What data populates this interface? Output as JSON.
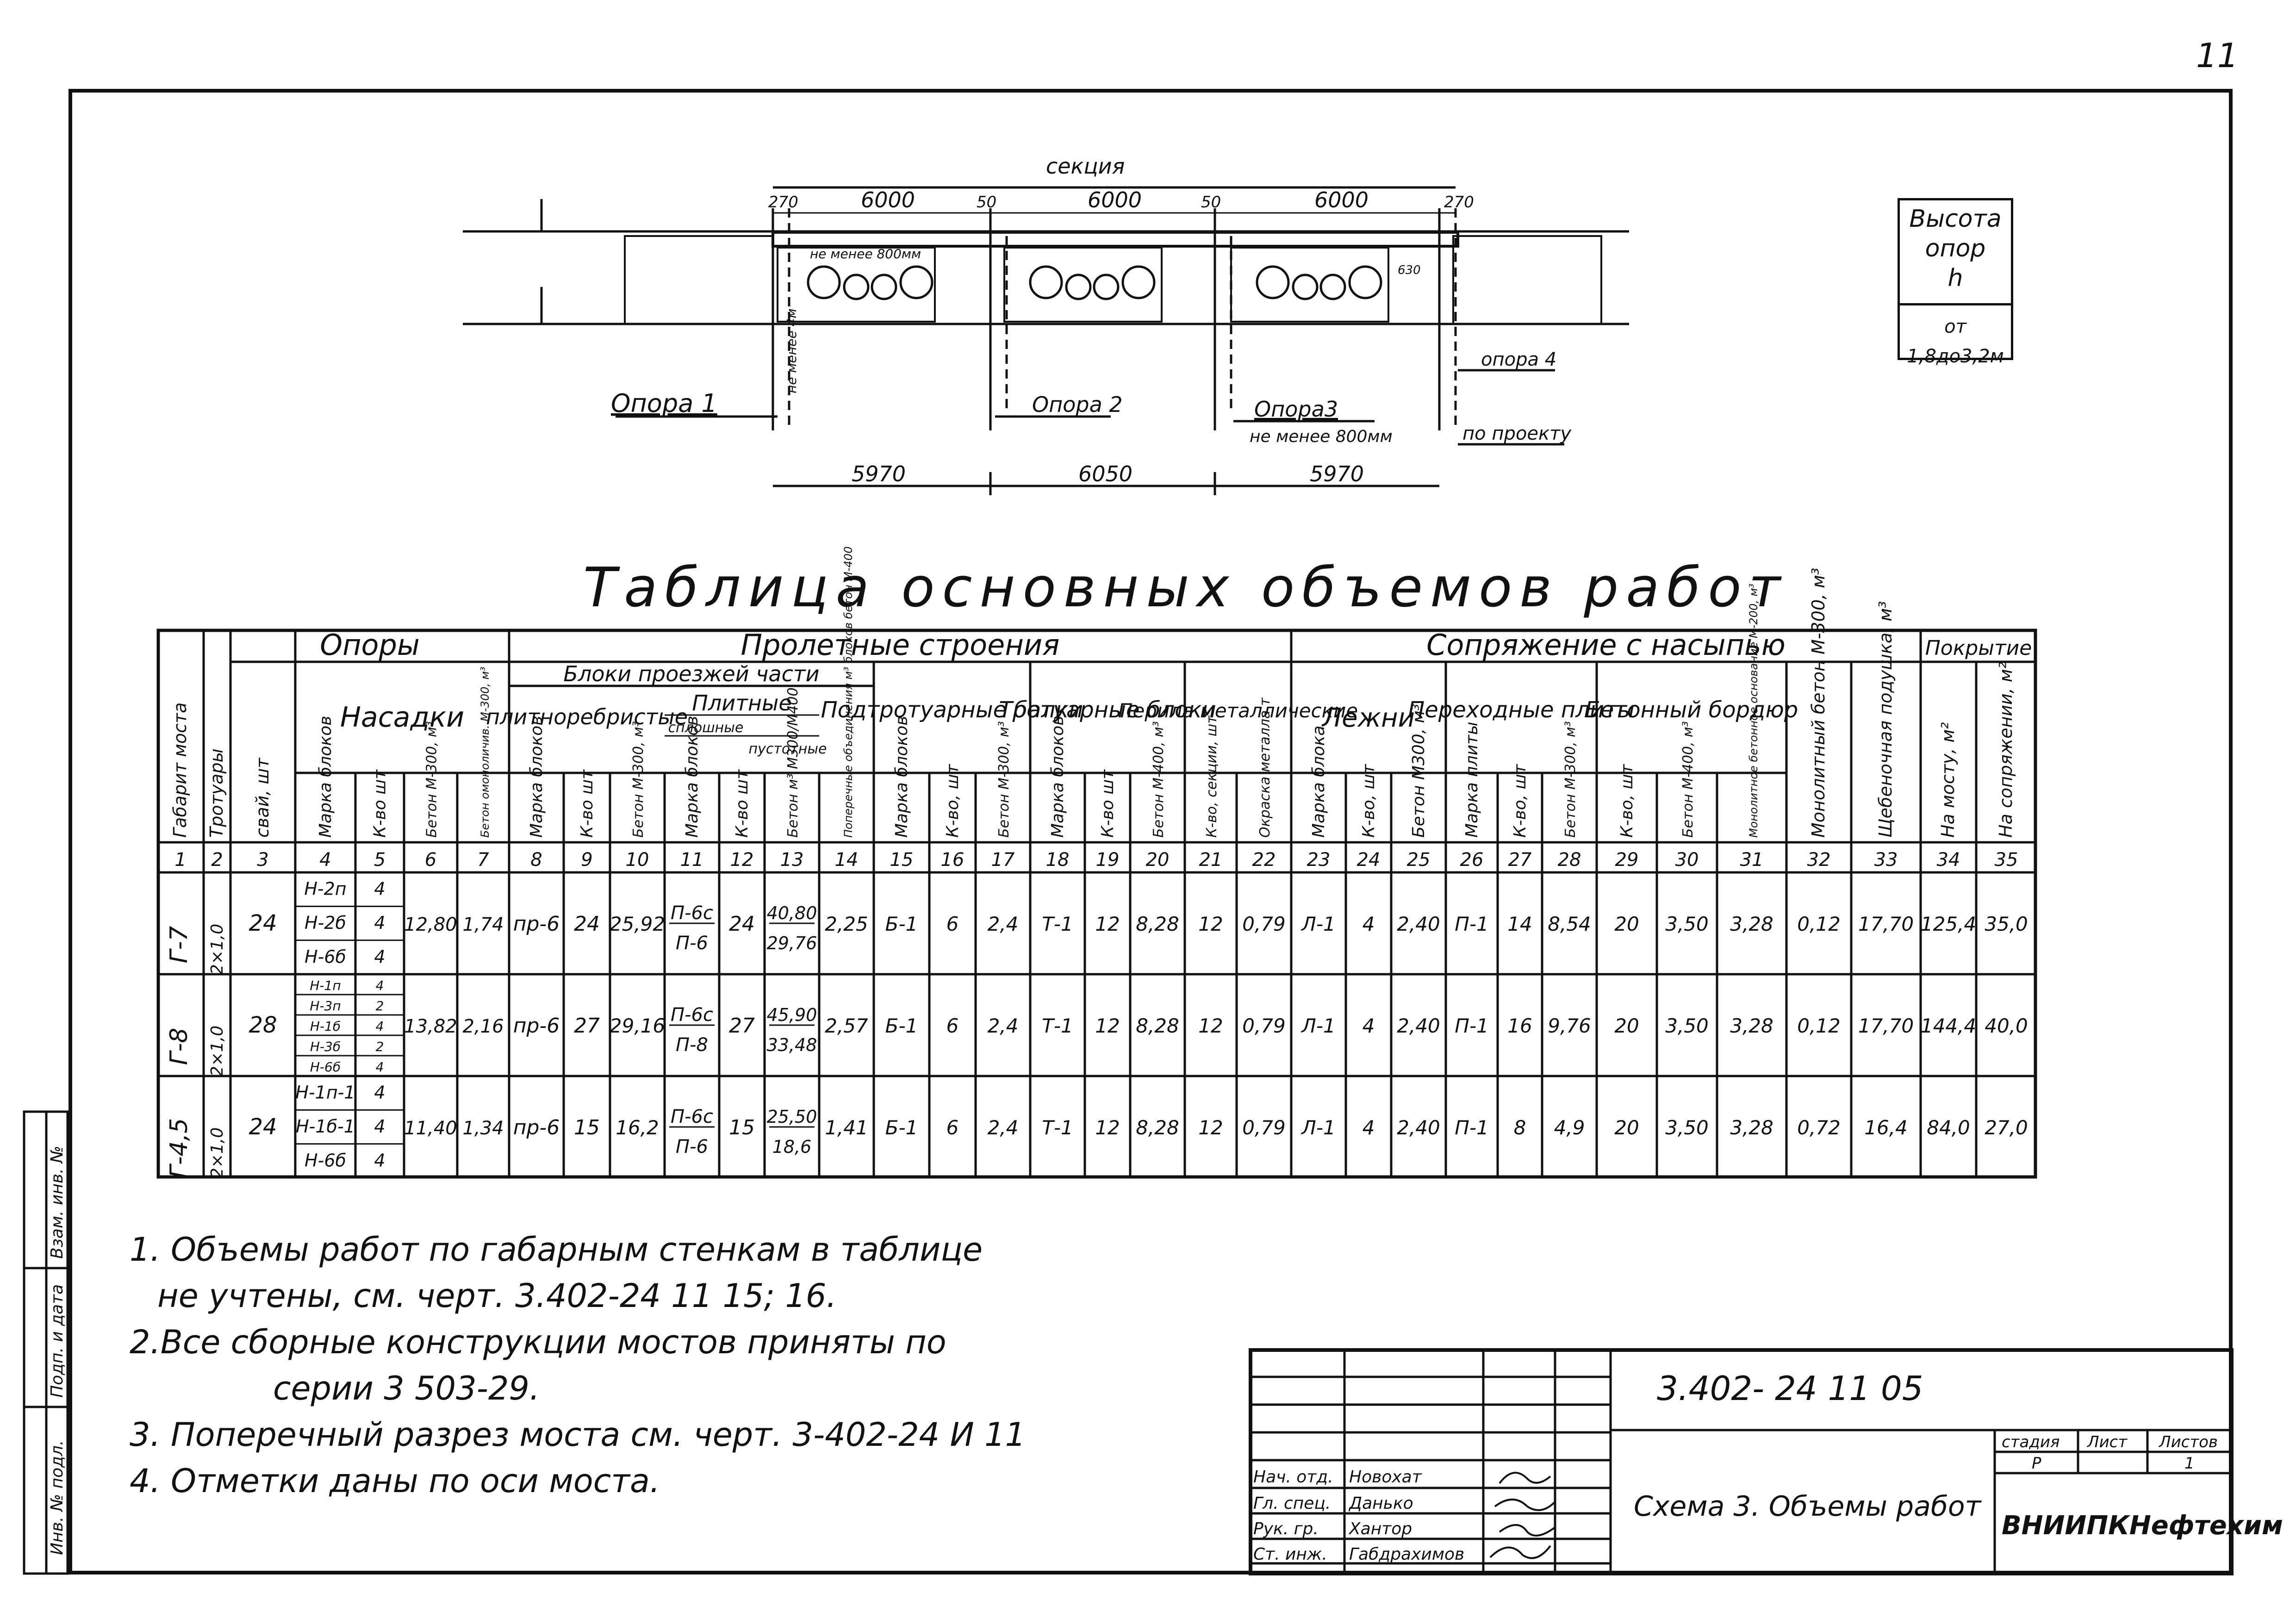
{
  "sheet_number": "11",
  "section": {
    "section_label": "секция",
    "top_dims": [
      "270",
      "6000",
      "50",
      "6000",
      "50",
      "6000",
      "270"
    ],
    "bottom_dims": [
      "5970",
      "6050",
      "5970"
    ],
    "min_800": "не менее 800мм",
    "min_4m": "не менее 4м",
    "support1": "Опора 1",
    "support2": "Опора 2",
    "support3": "Опора3",
    "support3_note": "не менее 800мм",
    "support4": "опора 4",
    "support4_note": "по проекту",
    "d630": "630"
  },
  "height_box": {
    "line1": "Высота",
    "line2": "опор",
    "line3": "h",
    "line4": "от 1,8до3,2м"
  },
  "table_title": "Таблица основных объемов работ",
  "table": {
    "groups": {
      "supports": "Опоры",
      "spans": "Пролетные строения",
      "junction": "Сопряжение с насыпью",
      "coating": "Покрытие"
    },
    "subgroups": {
      "caps": "Насадки",
      "deck_blocks": "Блоки проезжей части",
      "ribbed": "плитноребристые",
      "slab": "Плитные",
      "solid": "сплошные",
      "hollow": "пустотные",
      "sub_beams": "Подтротуарные балки",
      "walk_blocks": "Тротуарные блоки",
      "rails": "Перила металлические",
      "beds": "Лежни",
      "transition": "Переходные плиты",
      "curb": "Бетонный бордюр"
    },
    "column_headers": [
      "Габарит моста",
      "Тротуары",
      "свай, шт",
      "Марка блоков",
      "К-во шт",
      "Бетон М-300, м³",
      "Бетон омоноличив. М-300, м³",
      "Марка блоков",
      "К-во шт",
      "Бетон М-300, м³",
      "Марка блоков",
      "К-во шт",
      "Бетон м³ М300/М400",
      "Поперечные объединения м³ блоков бетон М-400",
      "Марка блоков",
      "К-во, шт",
      "Бетон М-300, м³",
      "Марка блоков",
      "К-во шт",
      "Бетон М-400, м³",
      "К-во, секции, шт",
      "Окраска металла т",
      "Марка блока",
      "К-во, шт",
      "Бетон М300, м³",
      "Марка плиты",
      "К-во, шт",
      "Бетон М-300, м³",
      "К-во, шт",
      "Бетон М-400, м³",
      "Монолитное бетонное основание М-200, м³",
      "Монолитный бетон М-300, м³",
      "Щебеночная подушка, м³",
      "На мосту, м²",
      "На сопряжении, м²"
    ],
    "column_numbers": [
      "1",
      "2",
      "3",
      "4",
      "5",
      "6",
      "7",
      "8",
      "9",
      "10",
      "11",
      "12",
      "13",
      "14",
      "15",
      "16",
      "17",
      "18",
      "19",
      "20",
      "21",
      "22",
      "23",
      "24",
      "25",
      "26",
      "27",
      "28",
      "29",
      "30",
      "31",
      "32",
      "33",
      "34",
      "35"
    ],
    "rows": [
      {
        "gabarit": "Г-7",
        "walk": "2×1,0",
        "piles": "24",
        "cap_marks": [
          "Н-2п",
          "Н-2б",
          "Н-6б"
        ],
        "cap_counts": [
          "4",
          "4",
          "4"
        ],
        "c6": "12,80",
        "c7": "1,74",
        "c8": "пр-6",
        "c9": "24",
        "c10": "25,92",
        "c11": [
          "П-6с",
          "П-6"
        ],
        "c12": "24",
        "c13": [
          "40,80",
          "29,76"
        ],
        "c14": "2,25",
        "c15": "Б-1",
        "c16": "6",
        "c17": "2,4",
        "c18": "Т-1",
        "c19": "12",
        "c20": "8,28",
        "c21": "12",
        "c22": "0,79",
        "c23": "Л-1",
        "c24": "4",
        "c25": "2,40",
        "c26": "П-1",
        "c27": "14",
        "c28": "8,54",
        "c29": "20",
        "c30": "3,50",
        "c31": "3,28",
        "c32": "0,12",
        "c33": "17,70",
        "c34": "125,4",
        "c35": "35,0"
      },
      {
        "gabarit": "Г-8",
        "walk": "2×1,0",
        "piles": "28",
        "cap_marks": [
          "Н-1п",
          "Н-3п",
          "Н-1б",
          "Н-3б",
          "Н-6б"
        ],
        "cap_counts": [
          "4",
          "2",
          "4",
          "2",
          "4"
        ],
        "c6": "13,82",
        "c7": "2,16",
        "c8": "пр-6",
        "c9": "27",
        "c10": "29,16",
        "c11": [
          "П-6с",
          "П-8"
        ],
        "c12": "27",
        "c13": [
          "45,90",
          "33,48"
        ],
        "c14": "2,57",
        "c15": "Б-1",
        "c16": "6",
        "c17": "2,4",
        "c18": "Т-1",
        "c19": "12",
        "c20": "8,28",
        "c21": "12",
        "c22": "0,79",
        "c23": "Л-1",
        "c24": "4",
        "c25": "2,40",
        "c26": "П-1",
        "c27": "16",
        "c28": "9,76",
        "c29": "20",
        "c30": "3,50",
        "c31": "3,28",
        "c32": "0,12",
        "c33": "17,70",
        "c34": "144,4",
        "c35": "40,0"
      },
      {
        "gabarit": "Г-4,5",
        "walk": "2×1,0",
        "piles": "24",
        "cap_marks": [
          "Н-1п-1",
          "Н-1б-1",
          "Н-6б"
        ],
        "cap_counts": [
          "4",
          "4",
          "4"
        ],
        "c6": "11,40",
        "c7": "1,34",
        "c8": "пр-6",
        "c9": "15",
        "c10": "16,2",
        "c11": [
          "П-6с",
          "П-6"
        ],
        "c12": "15",
        "c13": [
          "25,50",
          "18,6"
        ],
        "c14": "1,41",
        "c15": "Б-1",
        "c16": "6",
        "c17": "2,4",
        "c18": "Т-1",
        "c19": "12",
        "c20": "8,28",
        "c21": "12",
        "c22": "0,79",
        "c23": "Л-1",
        "c24": "4",
        "c25": "2,40",
        "c26": "П-1",
        "c27": "8",
        "c28": "4,9",
        "c29": "20",
        "c30": "3,50",
        "c31": "3,28",
        "c32": "0,72",
        "c33": "16,4",
        "c34": "84,0",
        "c35": "27,0"
      }
    ]
  },
  "notes": [
    "1. Объемы работ по габарным стенкам в таблице",
    "не учтены, см. черт. 3.402-24 11 15; 16.",
    "2.Все сборные конструкции мостов приняты по",
    "серии 3 503-29.",
    "3. Поперечный разрез моста см. черт. 3-402-24 И 11",
    "4. Отметки даны по оси моста."
  ],
  "stamp": {
    "doc_code": "3.402- 24 11 05",
    "roles": [
      "Нач. отд.",
      "Гл. спец.",
      "Рук. гр.",
      "Ст. инж."
    ],
    "names": [
      "Новохат",
      "Данько",
      "Хантор",
      "Габдрахимов"
    ],
    "title": "Схема 3. Объемы работ",
    "stage_label": "стадия",
    "stage": "Р",
    "sheet_label": "Лист",
    "sheet": "",
    "sheets_label": "Листов",
    "sheets": "1",
    "org": "ВНИИПКНефтехим"
  },
  "left_strip": {
    "inv_orig": "Инв. № подл.",
    "sign_date": "Подп. и дата",
    "inv_dup": "Взам. инв. №"
  }
}
